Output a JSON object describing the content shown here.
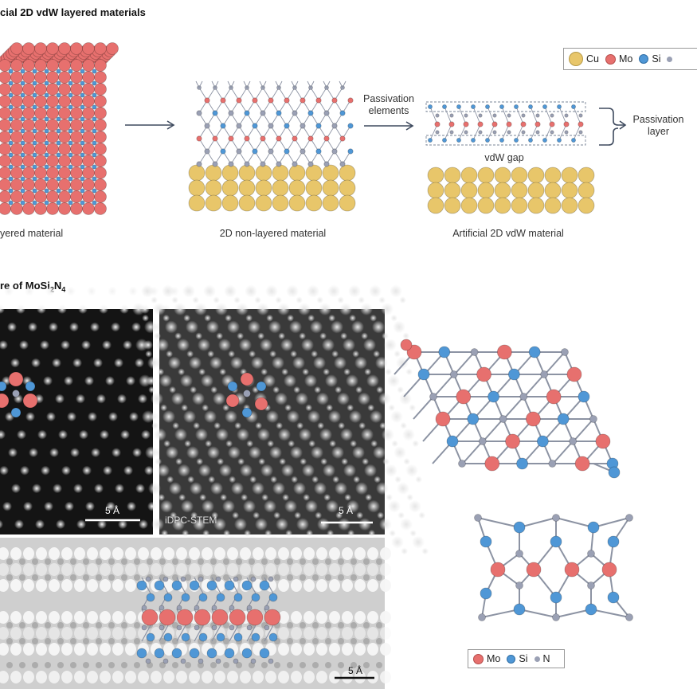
{
  "section_a": {
    "heading": "cial 2D vdW layered materials",
    "captions": {
      "layered": "yered material",
      "non_layered": "2D non-layered material",
      "artificial": "Artificial 2D vdW material"
    },
    "passivation_elements": [
      "Passivation",
      "elements"
    ],
    "passivation_layer": [
      "Passivation",
      "layer"
    ],
    "vdw_gap": "vdW gap",
    "legend": [
      {
        "label": "Cu",
        "color": "#e8c66a"
      },
      {
        "label": "Mo",
        "color": "#e7706e"
      },
      {
        "label": "Si",
        "color": "#4f97d6"
      },
      {
        "label": "",
        "color": "#9aa0b4"
      }
    ]
  },
  "section_b": {
    "heading": "re of MoSi",
    "heading_sub1": "2",
    "heading_mid": "N",
    "heading_sub2": "4",
    "scale_bars": [
      "5 Å",
      "5 Å",
      "5 Å"
    ],
    "mode_label": "iDPC-STEM",
    "legend": [
      {
        "label": "Mo",
        "color": "#e7706e"
      },
      {
        "label": "Si",
        "color": "#4f97d6"
      },
      {
        "label": "N",
        "color": "#9aa0b4"
      }
    ]
  },
  "colors": {
    "mo": "#e7706e",
    "si": "#4f97d6",
    "n": "#9aa0b4",
    "cu": "#e8c66a",
    "bond": "#8c93a3",
    "arrow": "#3e4a5e"
  }
}
